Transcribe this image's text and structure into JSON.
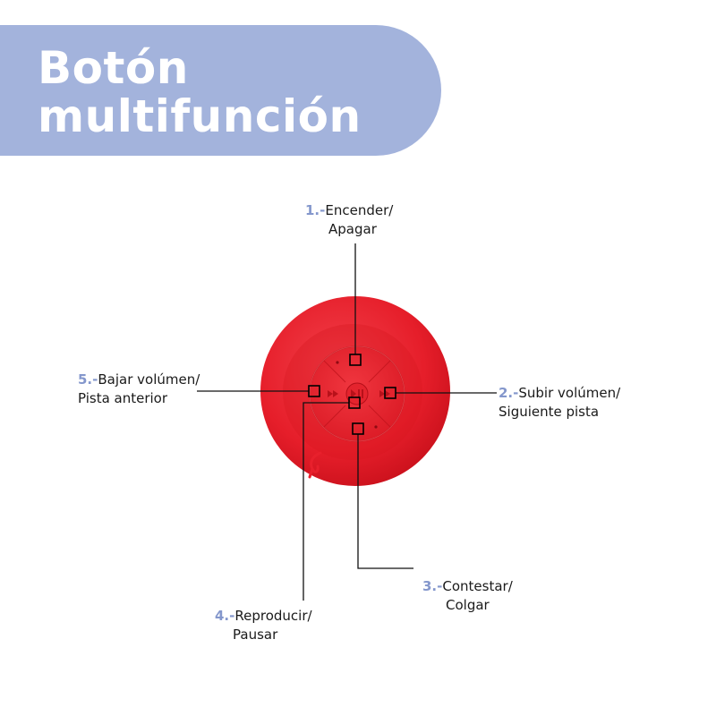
{
  "title": {
    "line1": "Botón",
    "line2": "multifunción"
  },
  "callouts": [
    {
      "number": "1.-",
      "line1": "Encender/",
      "line2": "Apagar"
    },
    {
      "number": "2.-",
      "line1": "Subir volúmen/",
      "line2": "Siguiente pista"
    },
    {
      "number": "3.-",
      "line1": "Contestar/",
      "line2": "Colgar"
    },
    {
      "number": "4.-",
      "line1": "Reproducir/",
      "line2": "Pausar"
    },
    {
      "number": "5.-",
      "line1": "Bajar volúmen/",
      "line2": "Pista anterior"
    }
  ],
  "colors": {
    "banner": "#a3b3dc",
    "title_text": "#ffffff",
    "number_accent": "#8497cc",
    "speaker_red": "#e8202c",
    "leader_line": "#111111"
  },
  "icons": {
    "product": "bluetooth-speaker-icon",
    "power": "power-icon",
    "next": "next-track-icon",
    "previous": "previous-track-icon",
    "play_pause": "play-pause-icon"
  }
}
